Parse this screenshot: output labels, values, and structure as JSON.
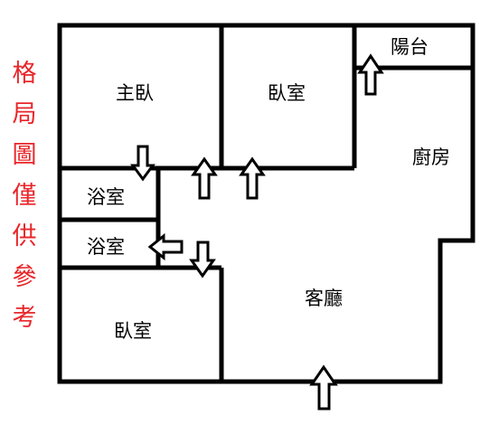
{
  "note": [
    "格",
    "局",
    "圖",
    "僅",
    "供",
    "參",
    "考"
  ],
  "rooms": {
    "master_bedroom": "主臥",
    "bedroom_top": "臥室",
    "balcony": "陽台",
    "kitchen": "廚房",
    "bathroom_1": "浴室",
    "bathroom_2": "浴室",
    "living_room": "客廳",
    "bedroom_bottom": "臥室"
  },
  "colors": {
    "wall": "#000000",
    "note_text": "#e8262a",
    "background": "#ffffff"
  },
  "door_arrows": [
    "down",
    "up",
    "up",
    "up",
    "left",
    "down",
    "up"
  ]
}
